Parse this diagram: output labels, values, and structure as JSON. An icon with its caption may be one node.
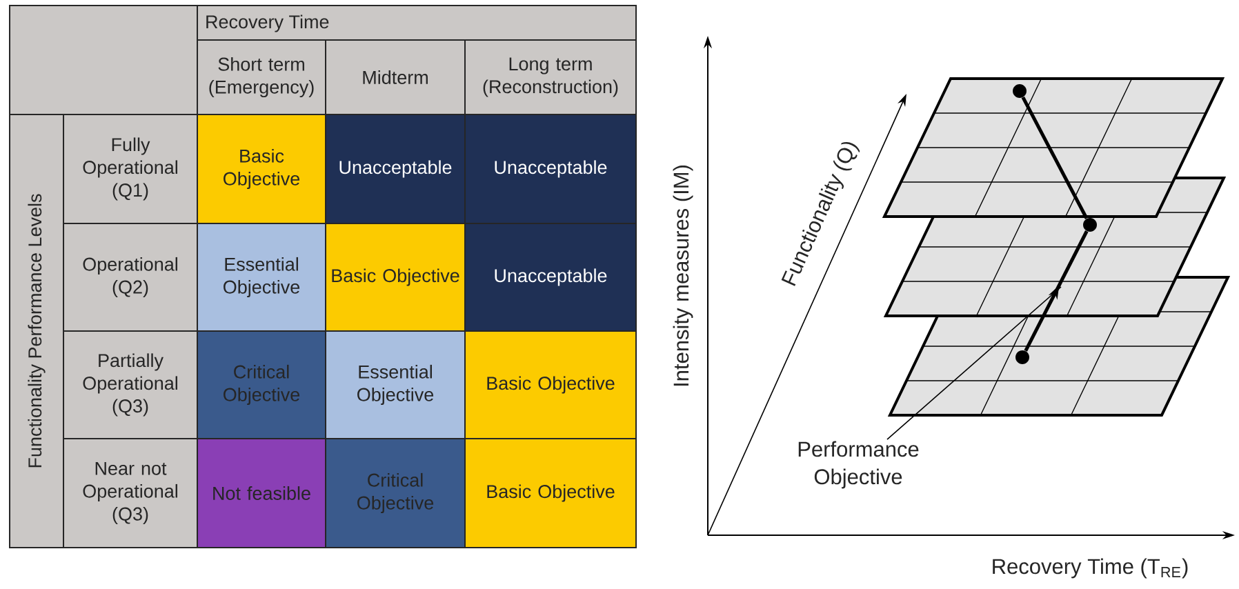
{
  "diagram": {
    "nodes": [
      {
        "text": [],
        "shape": "plane"
      },
      {
        "text": [],
        "shape": "plane"
      },
      {
        "text": [],
        "shape": "plane"
      },
      {
        "text": [],
        "shape": "circle",
        "in": 0
      },
      {
        "text": [],
        "shape": "circle",
        "in": 1
      },
      {
        "text": [],
        "shape": "circle",
        "in": 2
      },
      {
        "text": [
          "Performance Objective"
        ]
      }
    ],
    "edges": [
      {
        "from": 3,
        "to": 4,
        "arrow": "none"
      },
      {
        "from": 5,
        "to": 4,
        "arrow": "to"
      },
      {
        "from": 6,
        "to": 1,
        "arrow": "none"
      }
    ],
    "labels": [
      "Recovery Time",
      "Short term (Emergency)",
      "Midterm",
      "Long term (Reconstruction)",
      "Functionality Performance Levels",
      "Fully Operational (Q1)",
      "Basic Objective",
      "Unacceptable",
      "Unacceptable",
      "Operational (Q2)",
      "Essential Objective",
      "Basic Objective",
      "Unacceptable",
      "Partially Operational (Q3)",
      "Critical Objective",
      "Essential Objective",
      "Basic Objective",
      "Near not Operational (Q3)",
      "Not feasible",
      "Critical Objective",
      "Basic Objective",
      "Intensity measures (IM)",
      "Functionality (Q)",
      "Recovery Time (T$_{RE}$)"
    ]
  }
}
